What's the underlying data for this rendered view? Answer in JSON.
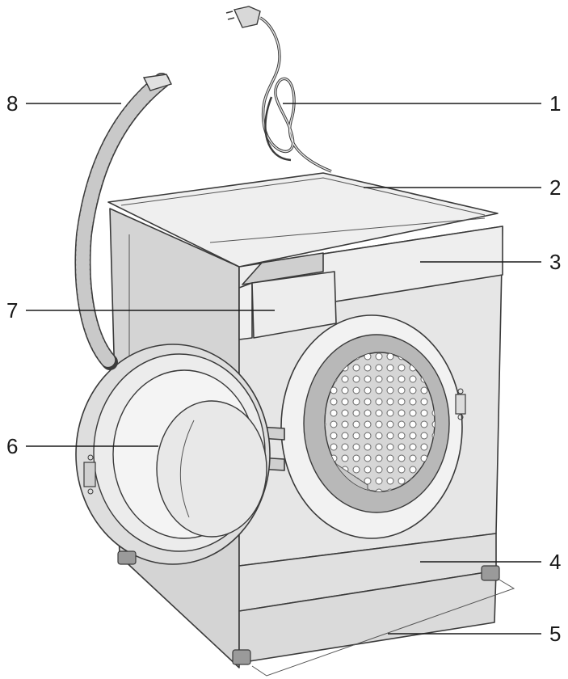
{
  "callouts": [
    {
      "id": "1",
      "label": "1"
    },
    {
      "id": "2",
      "label": "2"
    },
    {
      "id": "3",
      "label": "3"
    },
    {
      "id": "4",
      "label": "4"
    },
    {
      "id": "5",
      "label": "5"
    },
    {
      "id": "6",
      "label": "6"
    },
    {
      "id": "7",
      "label": "7"
    },
    {
      "id": "8",
      "label": "8"
    }
  ],
  "colors": {
    "body_front": "#e4e4e4",
    "body_side": "#d2d2d2",
    "top_panel": "#ececec",
    "drum": "#c8c8c8",
    "gasket": "#a8a8a8",
    "outline": "#3a3a3a"
  },
  "icons": [
    "power-plug-icon",
    "drain-hose-icon",
    "detergent-drawer-icon",
    "door-porthole-icon"
  ]
}
